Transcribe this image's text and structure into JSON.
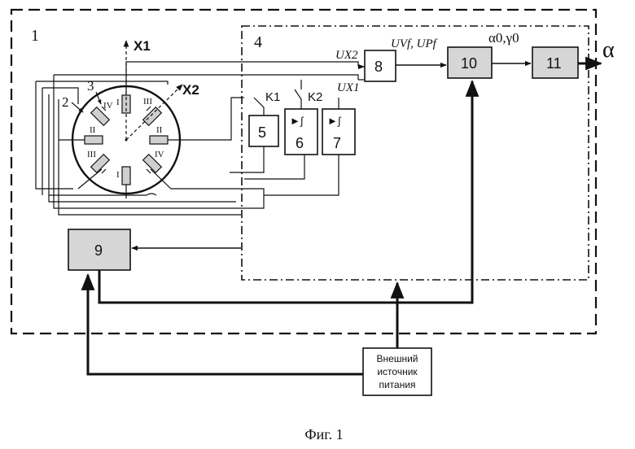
{
  "figure": {
    "caption": "Фиг. 1",
    "labels": {
      "outer_frame": "1",
      "inner_frame": "4",
      "pointer_2": "2",
      "pointer_3": "3",
      "axis_x1": "X1",
      "axis_x2": "X2",
      "signal_ux2": "UX2",
      "signal_ux1": "UX1",
      "signal_uvf_upf": "UVf, UPf",
      "output_angles": "α0,γ0",
      "output_alpha": "α",
      "switch_k1": "K1",
      "switch_k2": "K2"
    },
    "sensor_labels": {
      "top": "I",
      "bottom": "I",
      "left": "II",
      "right": "II",
      "upper_right": "III",
      "lower_left": "III",
      "upper_left": "IV",
      "lower_right": "IV"
    },
    "blocks": {
      "b5": "5",
      "b6": "6",
      "b7": "7",
      "b8": "8",
      "b9": "9",
      "b10": "10",
      "b11": "11",
      "integrator_symbol": "►∫",
      "power_supply": [
        "Внешний",
        "источник",
        "питания"
      ]
    }
  }
}
